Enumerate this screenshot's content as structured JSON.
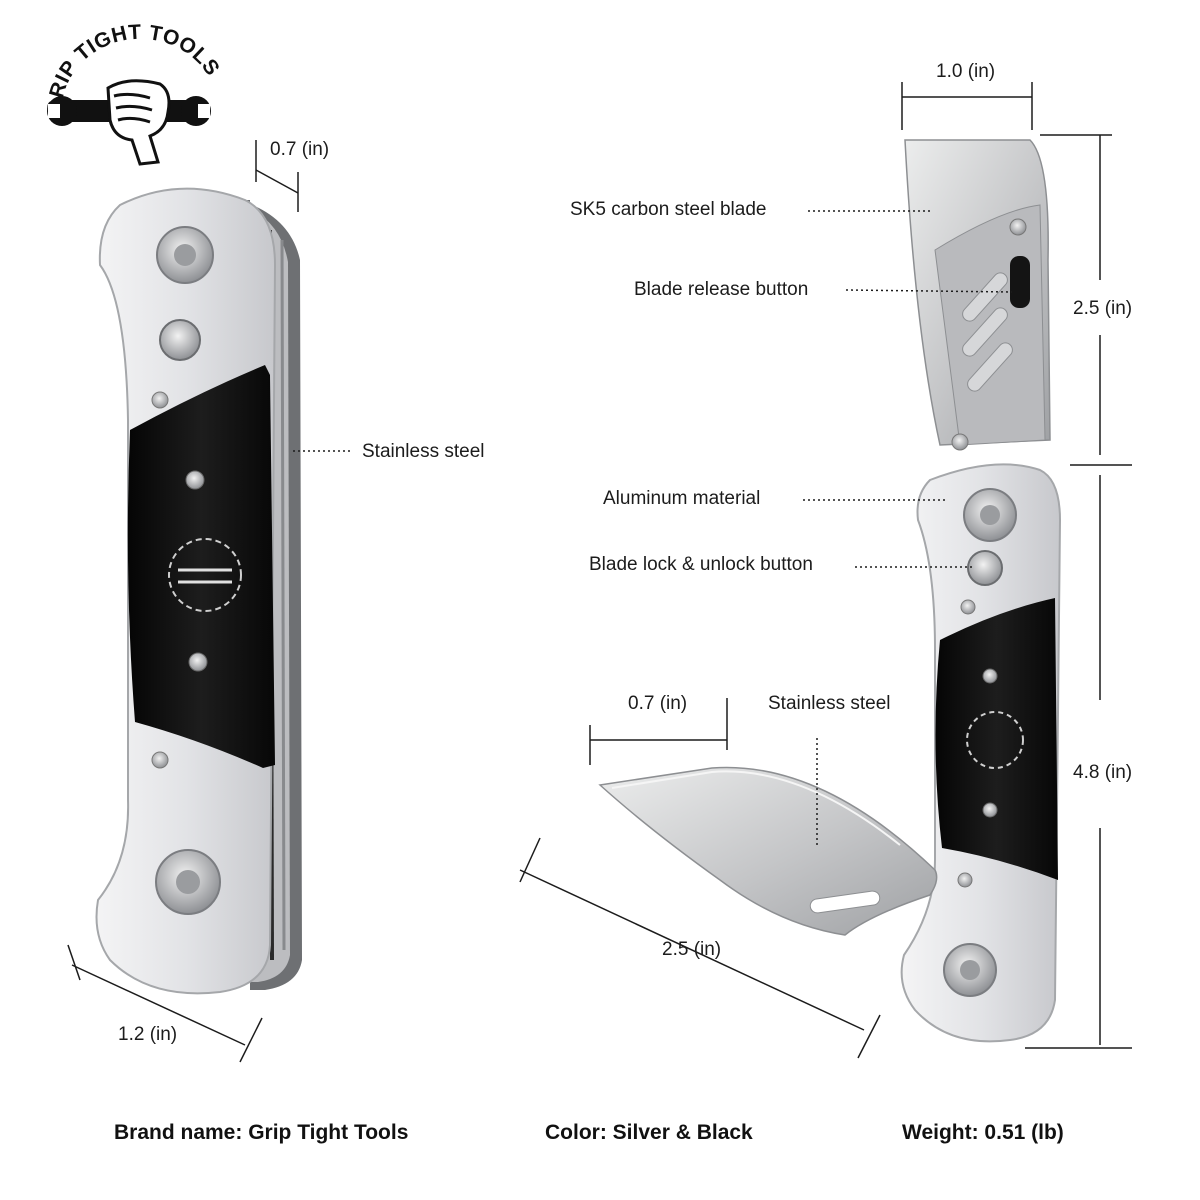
{
  "brand_logo_text": "GRIP TIGHT TOOLS",
  "colors": {
    "aluminum": "#dcdde0",
    "handle_black": "#101010",
    "steel": "#c9cacc",
    "text": "#1c1c1c"
  },
  "left_view": {
    "thickness_label": "0.7 (in)",
    "material_label": "Stainless steel",
    "width_label": "1.2 (in)"
  },
  "right_view": {
    "blade_width_label": "1.0 (in)",
    "blade_label": "SK5 carbon steel blade",
    "release_label": "Blade release button",
    "blade_length_label": "2.5 (in)",
    "aluminum_label": "Aluminum material",
    "lock_label": "Blade lock & unlock button",
    "handle_length_label": "4.8 (in)",
    "knife_width_label": "0.7 (in)",
    "knife_material_label": "Stainless steel",
    "knife_length_label": "2.5 (in)"
  },
  "specs": {
    "brand": "Brand name: Grip Tight Tools",
    "color": "Color: Silver & Black",
    "weight": "Weight: 0.51 (lb)"
  }
}
